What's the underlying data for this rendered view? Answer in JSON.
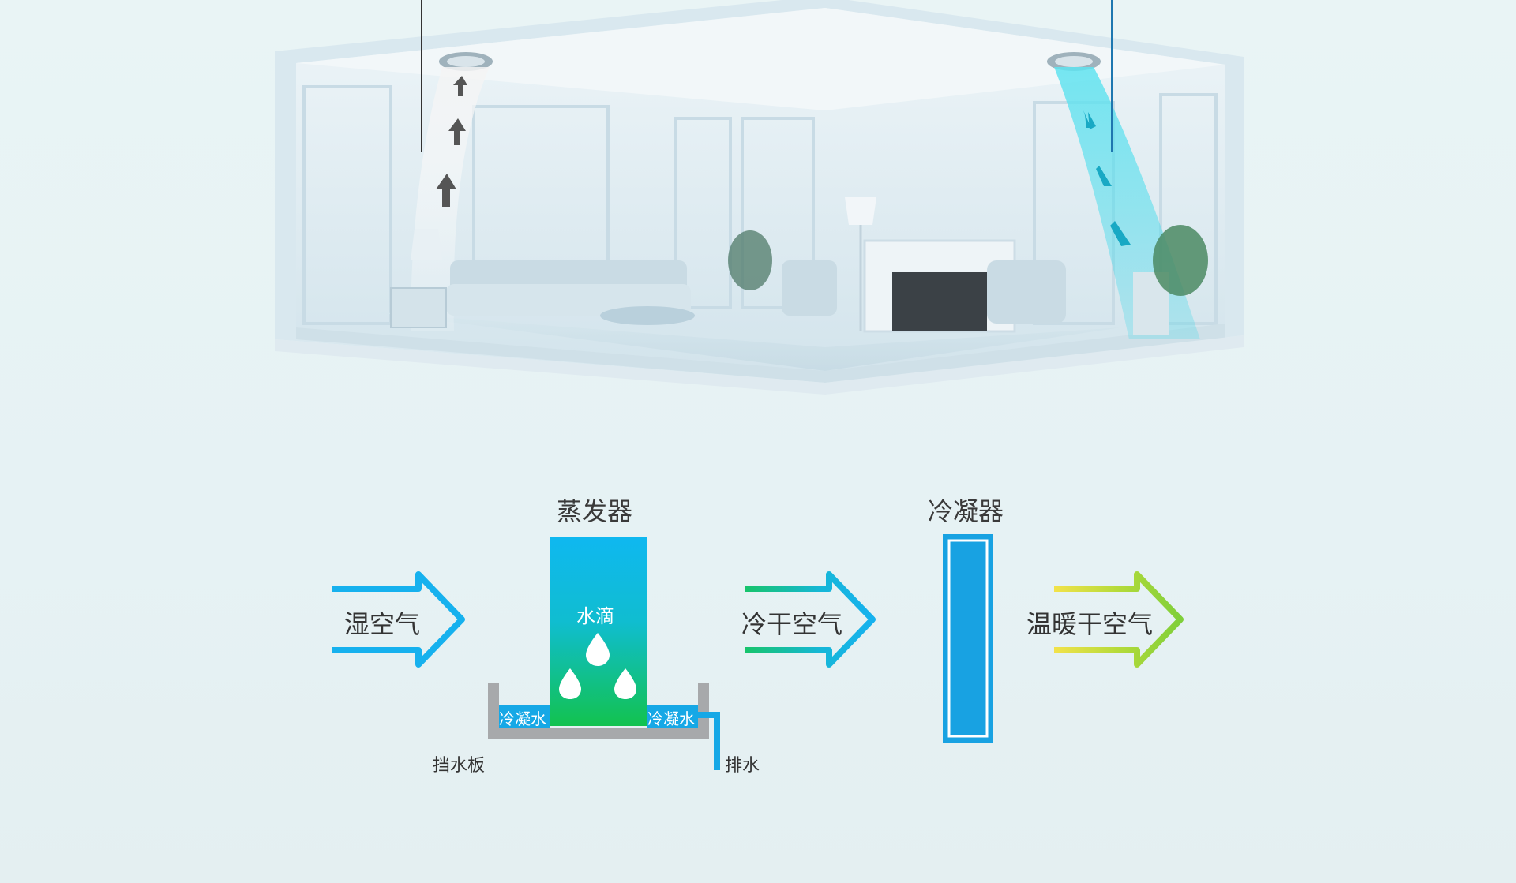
{
  "diagram": {
    "evaporator_title": "蒸发器",
    "condenser_title": "冷凝器",
    "humid_air": "湿空气",
    "cold_dry_air": "冷干空气",
    "warm_dry_air": "温暖干空气",
    "water_drops": "水滴",
    "condensate_left": "冷凝水",
    "condensate_right": "冷凝水",
    "baffle": "挡水板",
    "drain": "排水"
  },
  "colors": {
    "evaporator_top": "#0fb8f0",
    "evaporator_bottom": "#12c24f",
    "condenser": "#18a2e2",
    "arrow_blue": "#16b1ee",
    "arrow_green_start": "#17c46a",
    "arrow_yellow_start": "#f2e24a",
    "arrow_yellow_end": "#8bd13a"
  }
}
